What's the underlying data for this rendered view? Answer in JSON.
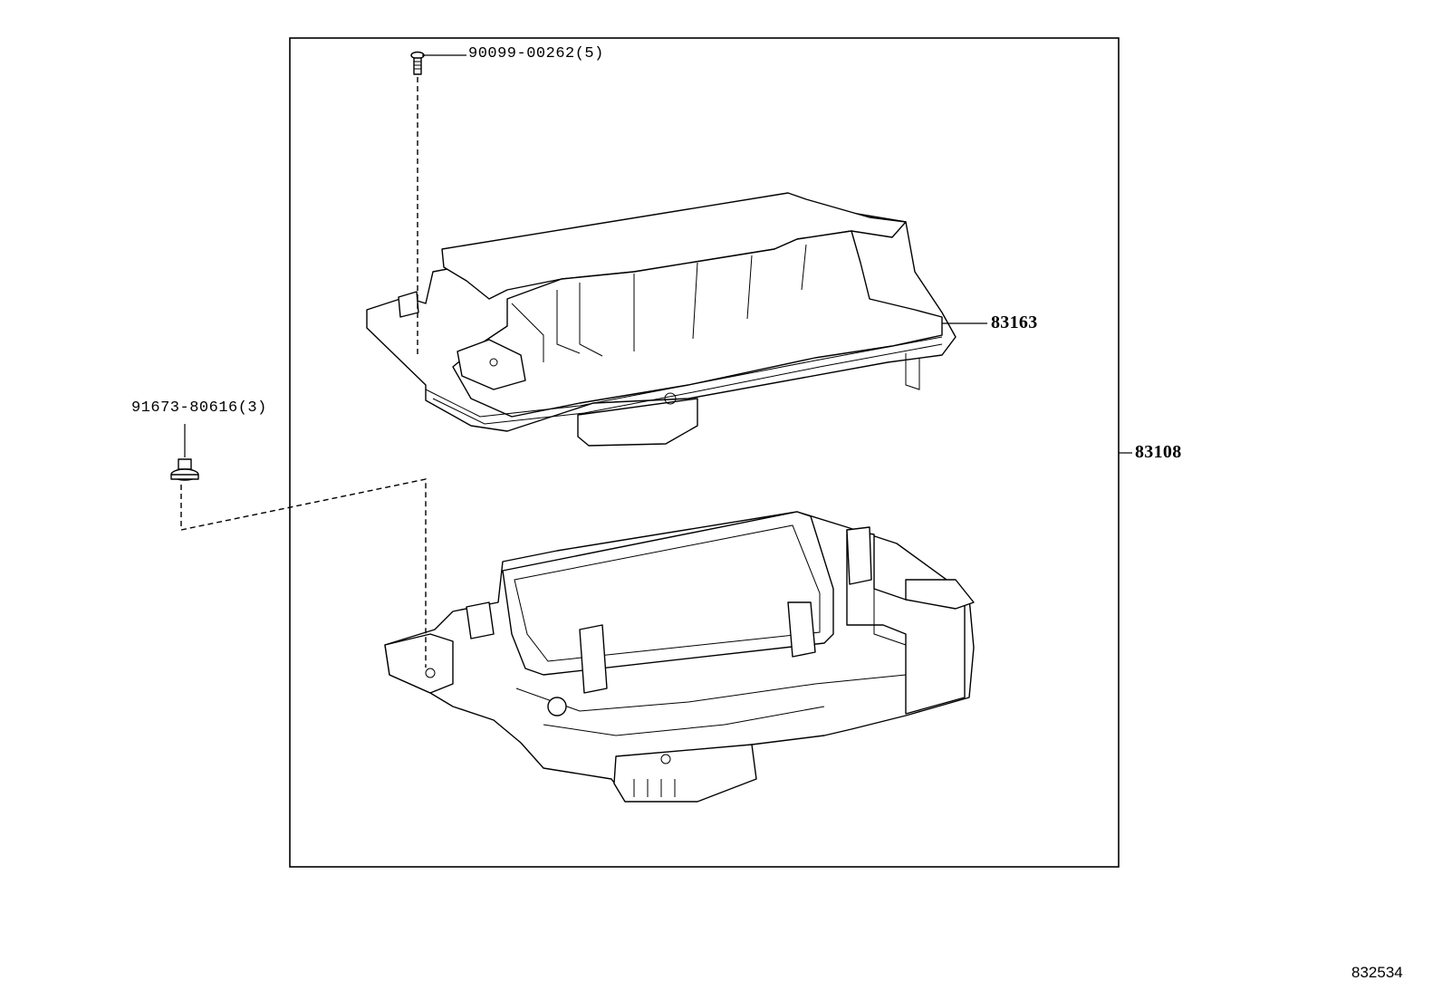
{
  "labels": {
    "screw_part": "90099-00262(5)",
    "clip_part": "91673-80616(3)",
    "upper_part": "83163",
    "assembly_part": "83108",
    "diagram_code": "832534"
  }
}
